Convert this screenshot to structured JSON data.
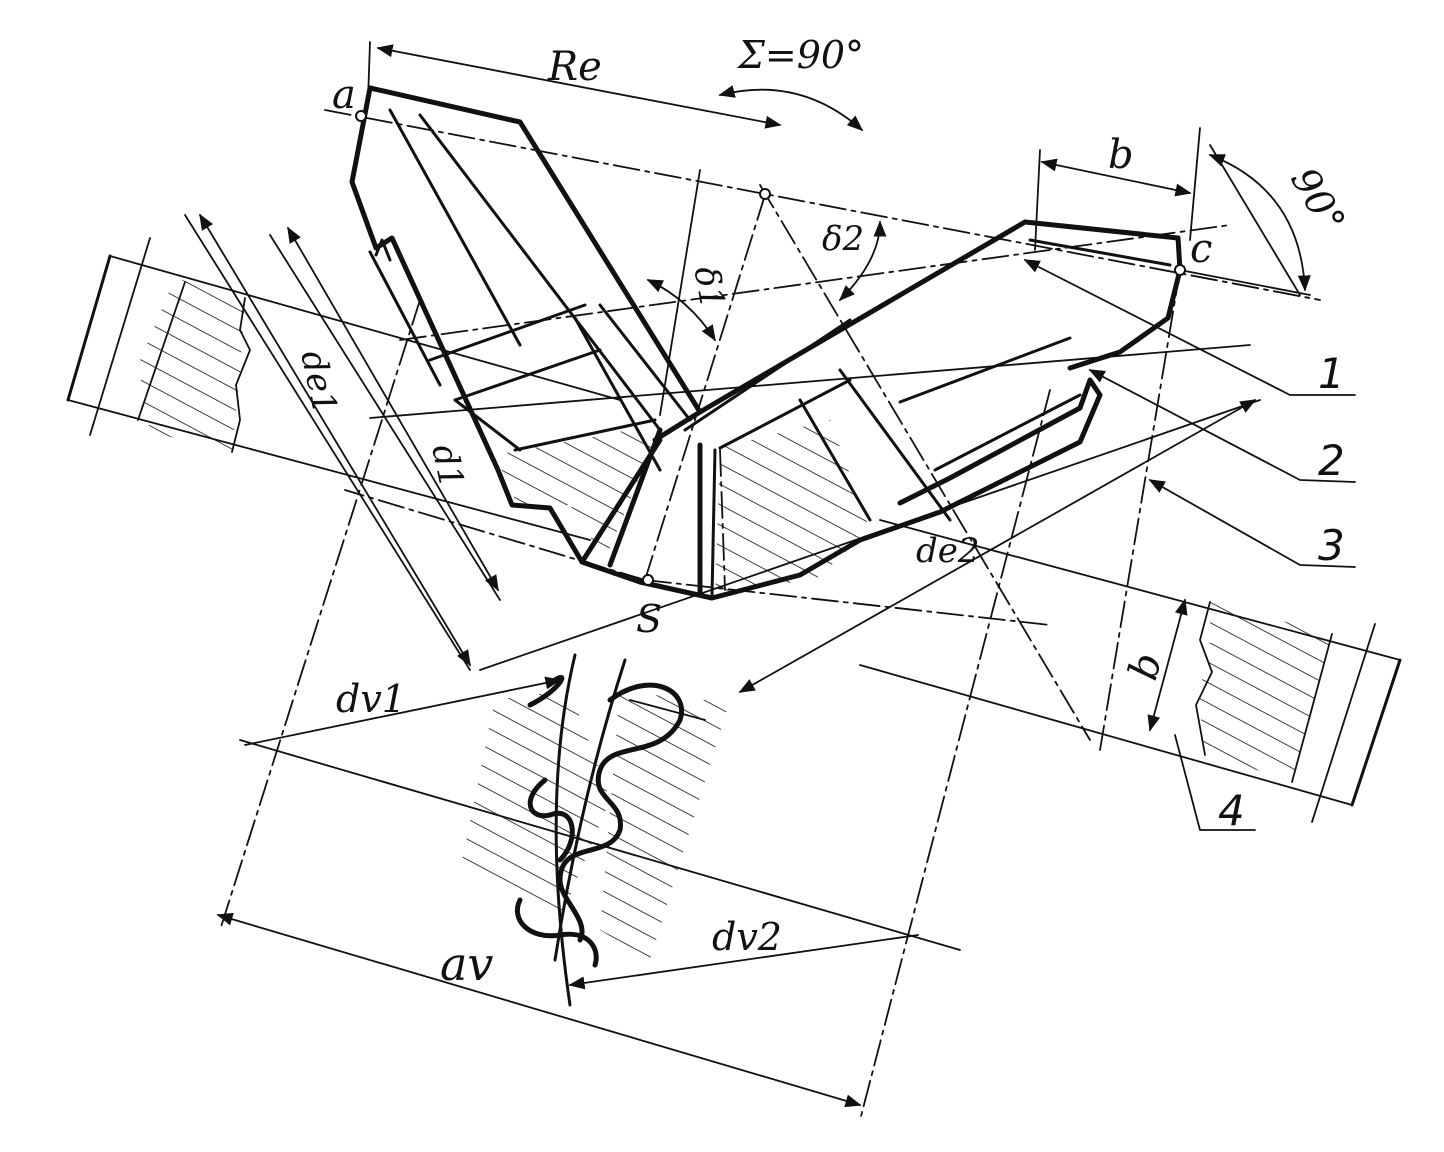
{
  "labels": {
    "point_a": "a",
    "point_c": "c",
    "point_s": "S",
    "Re": "Re",
    "sigma": "Σ=90°",
    "angle_90": "90°",
    "b_top": "b",
    "b_right": "b",
    "delta1": "δ1",
    "delta2": "δ2",
    "de1": "de1",
    "d1": "d1",
    "de2": "de2",
    "dv1": "dv1",
    "dv2": "dv2",
    "av": "av",
    "ref1": "1",
    "ref2": "2",
    "ref3": "3",
    "ref4": "4"
  }
}
